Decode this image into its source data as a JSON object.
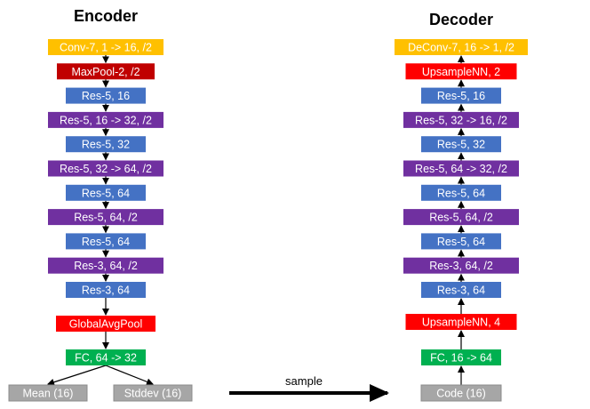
{
  "titles": {
    "encoder": "Encoder",
    "decoder": "Decoder"
  },
  "colors": {
    "yellow": "#ffc000",
    "red": "#ff0000",
    "darkred": "#c00000",
    "blue": "#4472c4",
    "purple": "#7030a0",
    "green": "#00b050",
    "gray": "#a6a6a6",
    "yellow_text": "#ffffff",
    "text": "#ffffff",
    "arrow": "#000000"
  },
  "encoder": {
    "nodes": [
      {
        "id": "enc-conv",
        "label": "Conv-7, 1 -> 16, /2",
        "color": "yellow"
      },
      {
        "id": "enc-maxpool",
        "label": "MaxPool-2, /2",
        "color": "darkred"
      },
      {
        "id": "enc-res-1",
        "label": "Res-5, 16",
        "color": "blue"
      },
      {
        "id": "enc-res-down-1",
        "label": "Res-5, 16 -> 32, /2",
        "color": "purple"
      },
      {
        "id": "enc-res-2",
        "label": "Res-5, 32",
        "color": "blue"
      },
      {
        "id": "enc-res-down-2",
        "label": "Res-5, 32 -> 64, /2",
        "color": "purple"
      },
      {
        "id": "enc-res-3",
        "label": "Res-5, 64",
        "color": "blue"
      },
      {
        "id": "enc-res-down-3",
        "label": "Res-5, 64, /2",
        "color": "purple"
      },
      {
        "id": "enc-res-4",
        "label": "Res-5, 64",
        "color": "blue"
      },
      {
        "id": "enc-res-down-4",
        "label": "Res-3, 64, /2",
        "color": "purple"
      },
      {
        "id": "enc-res-5",
        "label": "Res-3, 64",
        "color": "blue"
      },
      {
        "id": "enc-globalavgpool",
        "label": "GlobalAvgPool",
        "color": "red"
      },
      {
        "id": "enc-fc",
        "label": "FC, 64 -> 32",
        "color": "green"
      }
    ],
    "outputs": [
      {
        "id": "enc-mean",
        "label": "Mean (16)",
        "color": "gray"
      },
      {
        "id": "enc-stddev",
        "label": "Stddev (16)",
        "color": "gray"
      }
    ]
  },
  "decoder": {
    "nodes": [
      {
        "id": "dec-deconv",
        "label": "DeConv-7, 16 -> 1, /2",
        "color": "yellow"
      },
      {
        "id": "dec-upsample-1",
        "label": "UpsampleNN, 2",
        "color": "red"
      },
      {
        "id": "dec-res-1",
        "label": "Res-5, 16",
        "color": "blue"
      },
      {
        "id": "dec-res-up-1",
        "label": "Res-5, 32 -> 16, /2",
        "color": "purple"
      },
      {
        "id": "dec-res-2",
        "label": "Res-5, 32",
        "color": "blue"
      },
      {
        "id": "dec-res-up-2",
        "label": "Res-5, 64 -> 32, /2",
        "color": "purple"
      },
      {
        "id": "dec-res-3",
        "label": "Res-5, 64",
        "color": "blue"
      },
      {
        "id": "dec-res-up-3",
        "label": "Res-5, 64, /2",
        "color": "purple"
      },
      {
        "id": "dec-res-4",
        "label": "Res-5, 64",
        "color": "blue"
      },
      {
        "id": "dec-res-up-4",
        "label": "Res-3, 64, /2",
        "color": "purple"
      },
      {
        "id": "dec-res-5",
        "label": "Res-3, 64",
        "color": "blue"
      },
      {
        "id": "dec-upsample-2",
        "label": "UpsampleNN, 4",
        "color": "red"
      },
      {
        "id": "dec-fc",
        "label": "FC, 16 -> 64",
        "color": "green"
      },
      {
        "id": "dec-code",
        "label": "Code (16)",
        "color": "gray"
      }
    ]
  },
  "sample_label": "sample"
}
